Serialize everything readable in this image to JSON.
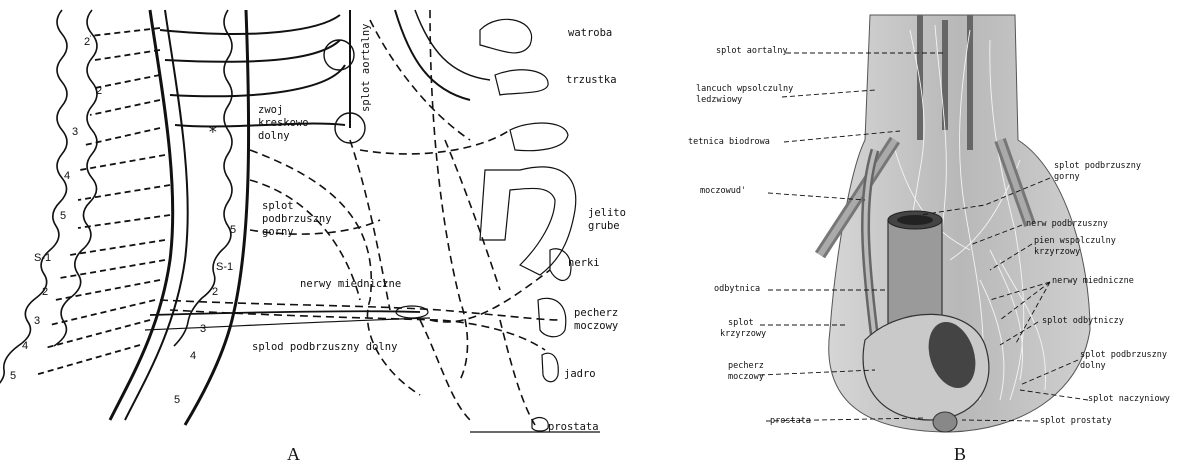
{
  "panel_a": {
    "caption": "A",
    "labels": {
      "watroba": "watroba",
      "trzustka": "trzustka",
      "splot_aortalny": "splot aortalny",
      "zwoj1": "zwoj",
      "zwoj2": "kreskowo",
      "zwoj3": "dolny",
      "jelito1": "jelito",
      "jelito2": "grube",
      "splot_g1": "splot",
      "splot_g2": "podbrzuszny",
      "splot_g3": "gorny",
      "nerki": "nerki",
      "nerwy_miedniczne": "nerwy miedniczne",
      "pecherz1": "pecherz",
      "pecherz2": "moczowy",
      "splod_dolny": "splod podbrzuszny dolny",
      "jadro": "jadro",
      "prostata": "prostata",
      "star": "*"
    },
    "numbers": {
      "n2a": "2",
      "n2b": "2",
      "n3a": "3",
      "n4a": "4",
      "n5a": "5",
      "s1a": "S-1",
      "n2c": "2",
      "n3b": "3",
      "n4b": "4",
      "n5b": "5",
      "n5c": "5",
      "s1b": "S-1",
      "n2d": "2",
      "n3c": "3",
      "n4c": "4",
      "n5d": "5"
    }
  },
  "panel_b": {
    "caption": "B",
    "labels": {
      "splot_aortalny": "splot aortalny",
      "lancuch1": "lancuch wpsolczulny",
      "lancuch2": "ledzwiowy",
      "tetnica": "tetnica biodrowa",
      "splot_pg1": "splot podbrzuszny",
      "splot_pg2": "gorny",
      "moczowod": "moczowud'",
      "nerw_podb": "nerw podbrzuszny",
      "pien1": "pien wspolczulny",
      "pien2": "krzyrzowy",
      "odbytnica": "odbytnica",
      "nerwy_m": "nerwy miedniczne",
      "splot_k1": "splot",
      "splot_k2": "krzyrzowy",
      "splot_odb": "splot odbytniczy",
      "pecherz1": "pecherz",
      "pecherz2": "moczowy",
      "splot_pd1": "splot podbrzuszny",
      "splot_pd2": "dolny",
      "splot_n": "splot naczyniowy",
      "prostata": "prostata",
      "splot_p": "splot prostaty"
    }
  }
}
